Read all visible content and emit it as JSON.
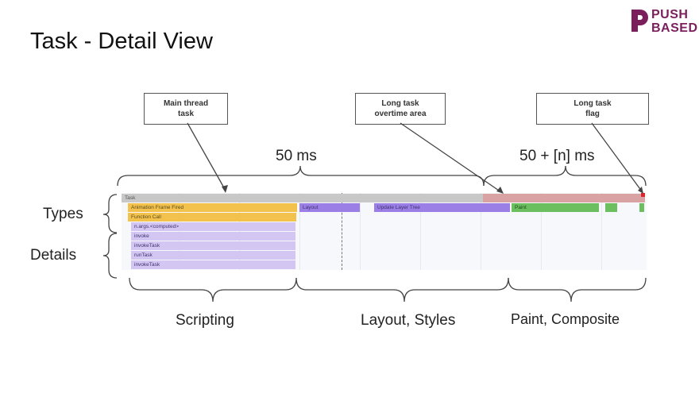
{
  "title": "Task - Detail View",
  "logo": {
    "line1": "PUSH",
    "line2": "BASED",
    "brand_color": "#7b1f5c"
  },
  "callouts": {
    "main_thread": {
      "line1": "Main thread",
      "line2": "task"
    },
    "long_task_overtime": {
      "line1": "Long task",
      "line2": "overtime area"
    },
    "long_task_flag": {
      "line1": "Long task",
      "line2": "flag"
    }
  },
  "top_labels": {
    "budget": "50 ms",
    "overtime": "50 + [n] ms"
  },
  "side_labels": {
    "types": "Types",
    "details": "Details"
  },
  "bottom_labels": {
    "scripting": "Scripting",
    "layout": "Layout, Styles",
    "paint": "Paint, Composite"
  },
  "flame": {
    "task": "Task",
    "animation_frame": "Animation Frame Fired",
    "function_call": "Function Call",
    "layout": "Layout",
    "update_layer_tree": "Update Layer Tree",
    "paint": "Paint",
    "details": [
      "n.args.<computed>",
      "invoke",
      "invokeTask",
      "runTask",
      "invokeTask"
    ]
  },
  "colors": {
    "scripting": "#f2c24c",
    "scripting_light": "#d3c6f2",
    "rendering": "#9b7fe6",
    "painting": "#6bbf5f",
    "task": "#c8c8c8",
    "overtime": "#d9a3a3",
    "flag": "#e0242f"
  }
}
